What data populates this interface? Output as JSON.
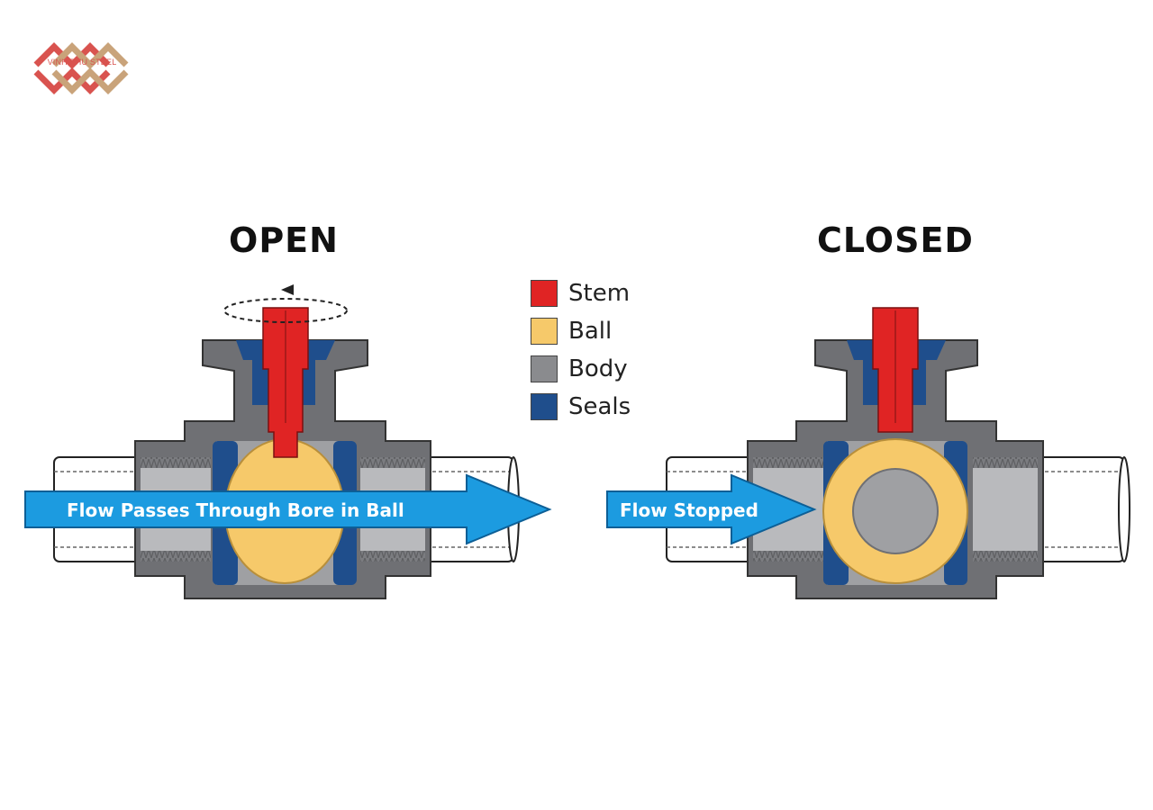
{
  "brand": {
    "logo_text": "VINH PHU STEEL",
    "colors": {
      "primary": "#d9534f",
      "secondary": "#c9a37a"
    }
  },
  "panels": {
    "open": {
      "title": "OPEN",
      "flow_label": "Flow  Passes Through Bore in Ball"
    },
    "closed": {
      "title": "CLOSED",
      "flow_label": "Flow  Stopped"
    }
  },
  "legend": [
    {
      "label": "Stem",
      "color": "#e02424"
    },
    {
      "label": "Ball",
      "color": "#f6c96a"
    },
    {
      "label": "Body",
      "color": "#8a8b8e"
    },
    {
      "label": "Seals",
      "color": "#1f4e8c"
    }
  ],
  "icons": {
    "rotation": "rotation-arrow-icon"
  }
}
